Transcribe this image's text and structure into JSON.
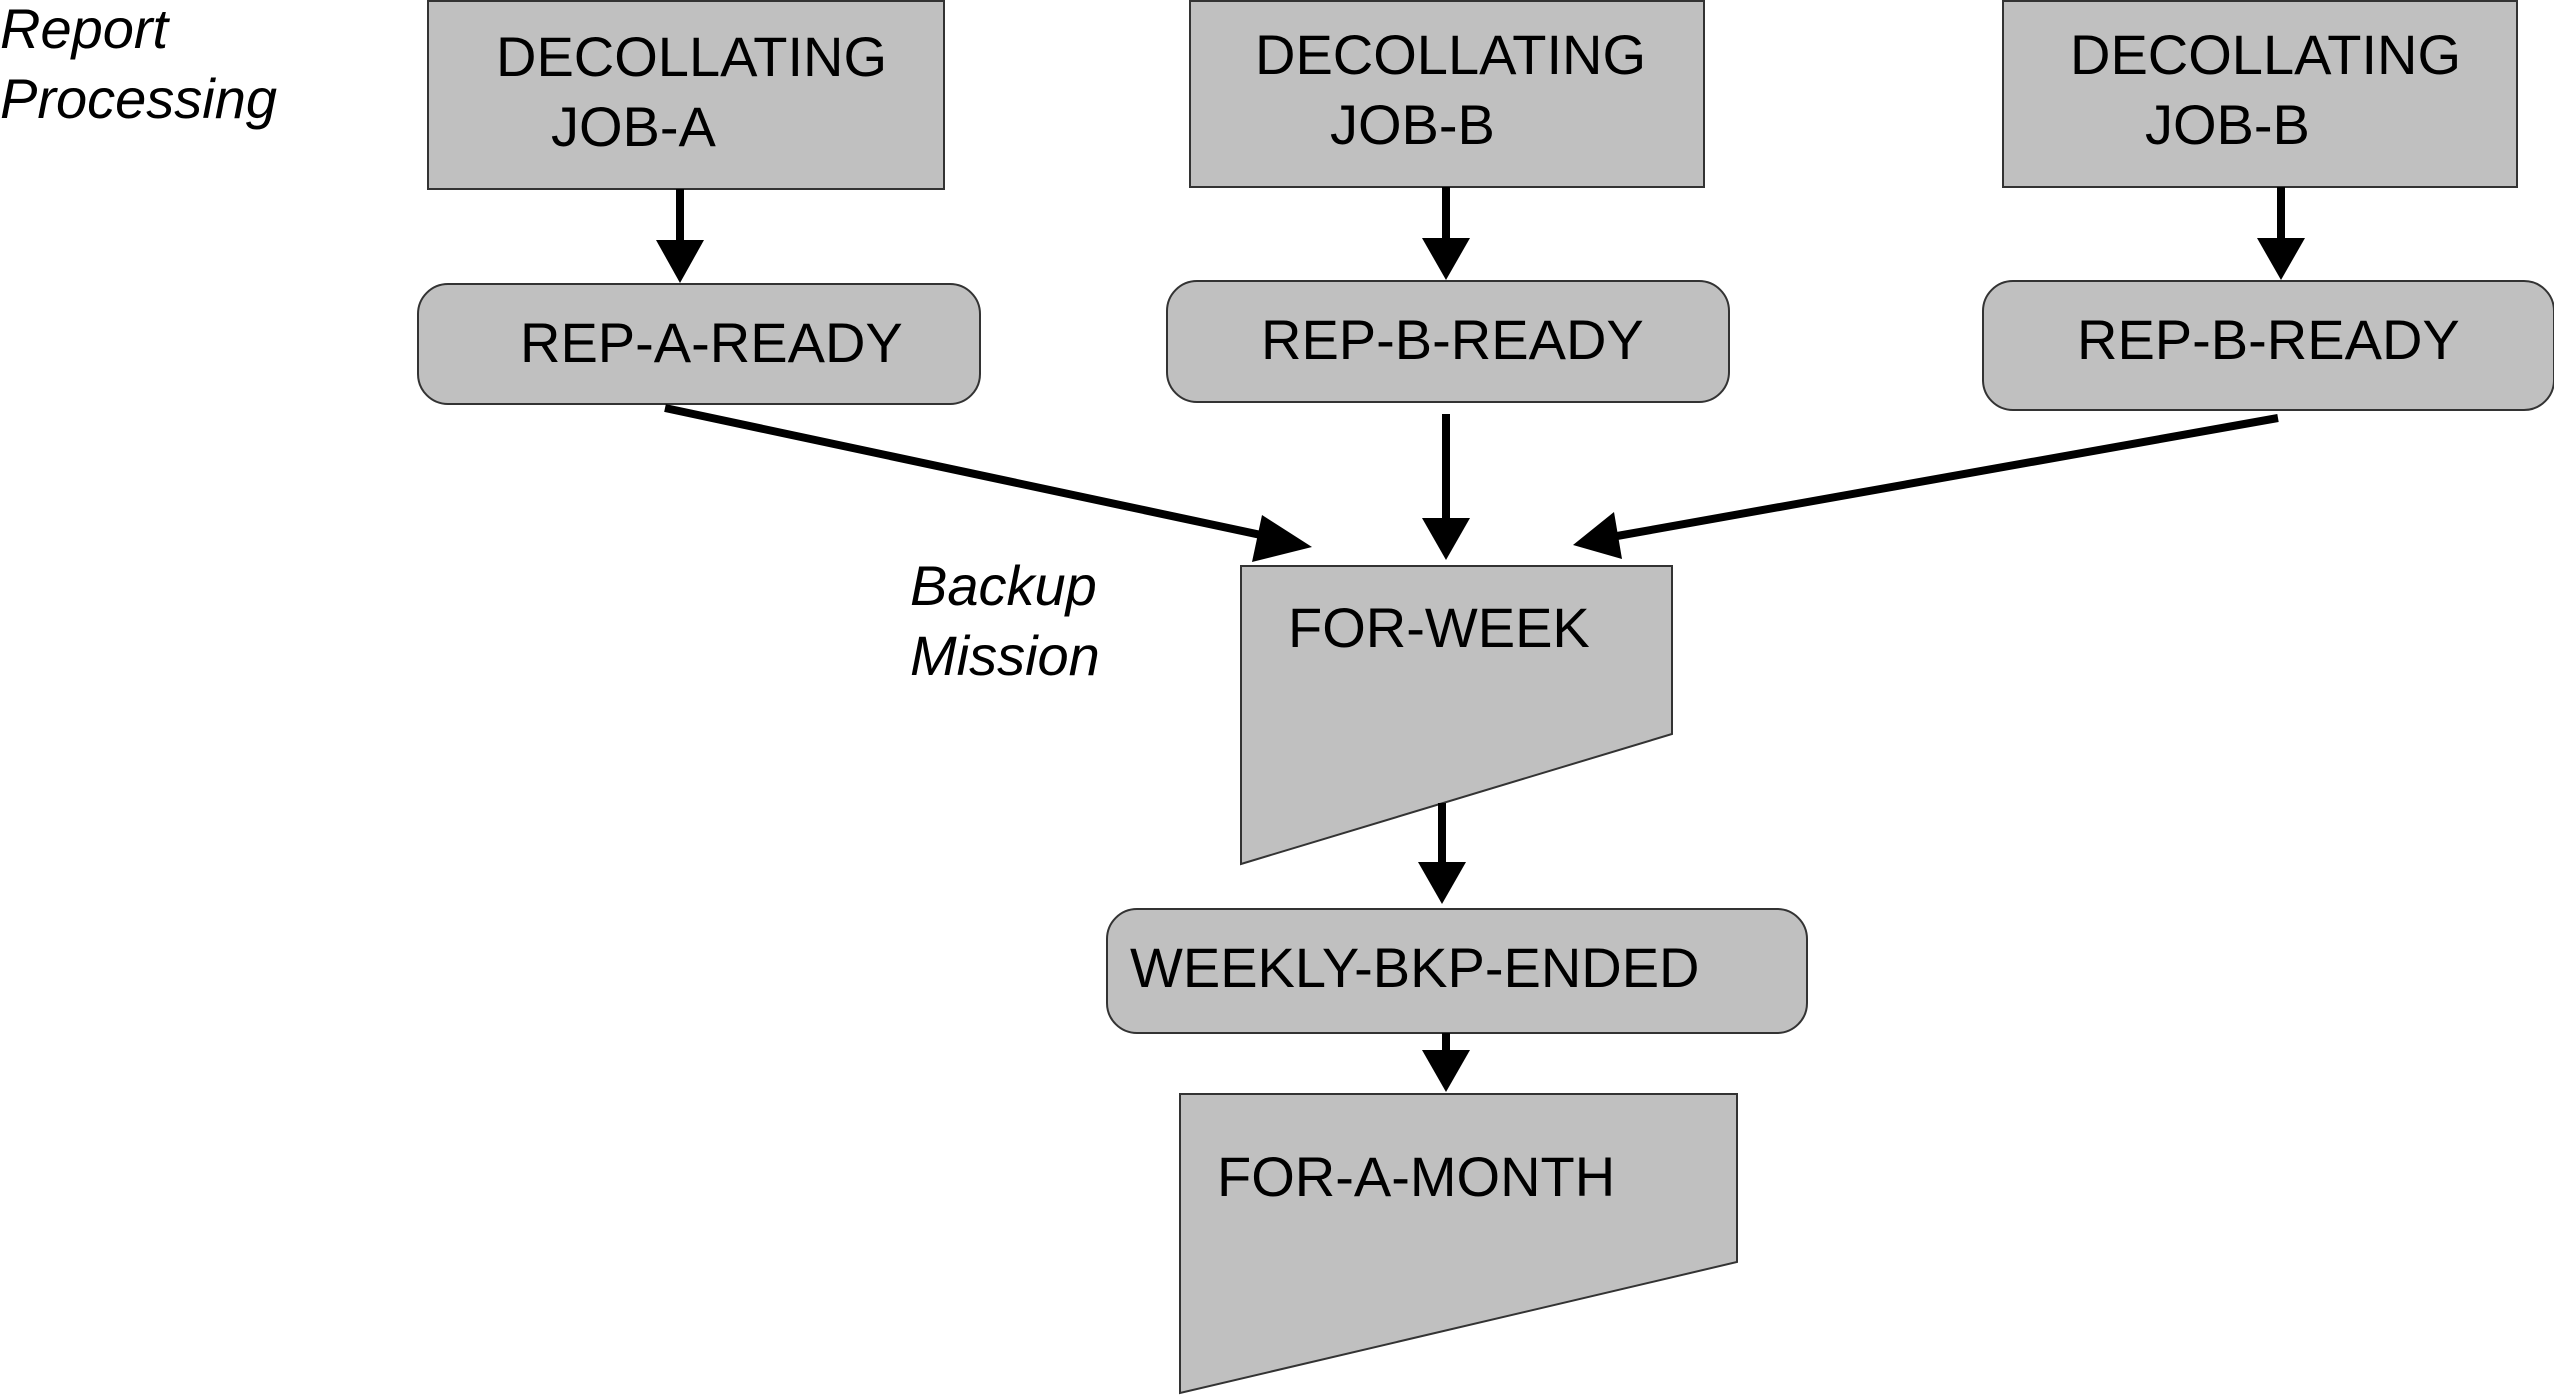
{
  "captions": {
    "report_processing": [
      "Report",
      "Processing"
    ],
    "backup_mission": [
      "Backup",
      "Mission"
    ]
  },
  "jobs": [
    {
      "line1": "DECOLLATING",
      "line2": "JOB-A"
    },
    {
      "line1": "DECOLLATING",
      "line2": "JOB-B"
    },
    {
      "line1": "DECOLLATING",
      "line2": "JOB-B"
    }
  ],
  "conditions": {
    "rep_a_ready": "REP-A-READY",
    "rep_b_ready_1": "REP-B-READY",
    "rep_b_ready_2": "REP-B-READY",
    "weekly_bkp_ended": "WEEKLY-BKP-ENDED"
  },
  "schedules": {
    "for_week": "FOR-WEEK",
    "for_a_month": "FOR-A-MONTH"
  },
  "colors": {
    "node_fill": "#c0c0c0",
    "node_stroke": "#333333",
    "arrow": "#000000"
  }
}
